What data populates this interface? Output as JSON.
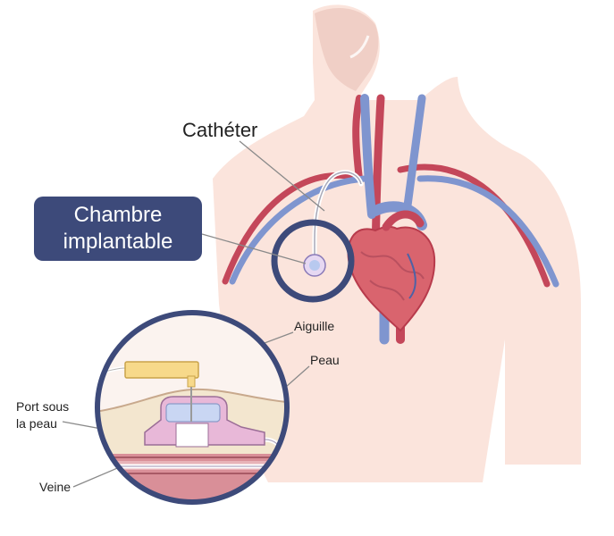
{
  "labels": {
    "title_line1": "Chambre",
    "title_line2": "implantable",
    "catheter": "Cathéter",
    "aiguille": "Aiguille",
    "peau": "Peau",
    "port_line1": "Port sous",
    "port_line2": "la peau",
    "veine": "Veine"
  },
  "colors": {
    "skin": "#fbe4dc",
    "vein_blue": "#7f95cf",
    "artery_red": "#c4475a",
    "ring_navy": "#3d4a7a",
    "needle_yellow": "#f7d98a",
    "port_purple": "#e8b8d8",
    "tissue_beige": "#f3e6cf",
    "vessel_pink": "#d98f98"
  }
}
